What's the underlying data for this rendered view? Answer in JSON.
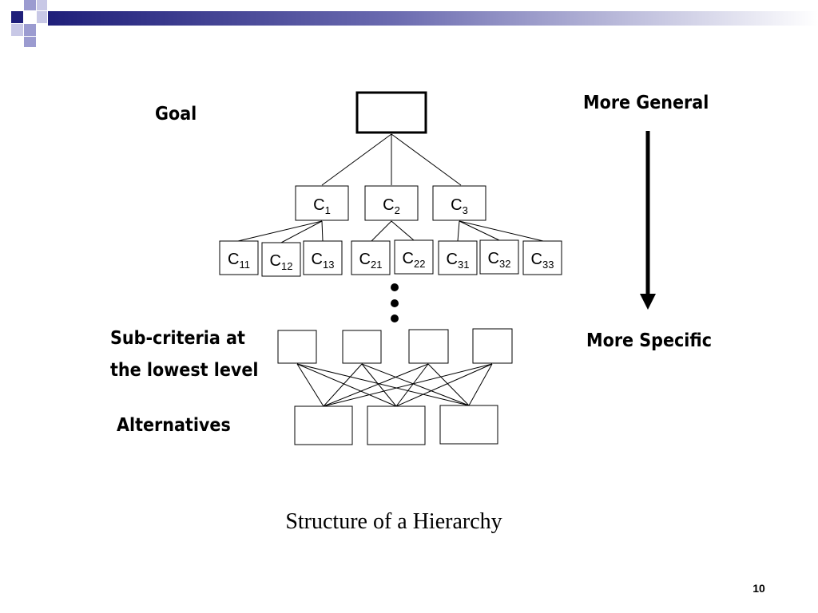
{
  "header": {
    "bar_color_dark": "#1f1f7a",
    "bar_color_light": "#ffffff",
    "square_colors": [
      "#1f1f7a",
      "#9b9bd0",
      "#c8c8e6"
    ]
  },
  "labels": {
    "goal": "Goal",
    "subcriteria_line1": "Sub-criteria at",
    "subcriteria_line2": "the lowest level",
    "alternatives": "Alternatives",
    "more_general": "More General",
    "more_specific": "More Specific"
  },
  "criteria": [
    {
      "base": "C",
      "sub": "1"
    },
    {
      "base": "C",
      "sub": "2"
    },
    {
      "base": "C",
      "sub": "3"
    }
  ],
  "subcriteria": [
    {
      "base": "C",
      "sub": "11"
    },
    {
      "base": "C",
      "sub": "12"
    },
    {
      "base": "C",
      "sub": "13"
    },
    {
      "base": "C",
      "sub": "21"
    },
    {
      "base": "C",
      "sub": "22"
    },
    {
      "base": "C",
      "sub": "31"
    },
    {
      "base": "C",
      "sub": "32"
    },
    {
      "base": "C",
      "sub": "33"
    }
  ],
  "caption": "Structure of a Hierarchy",
  "page_number": "10"
}
